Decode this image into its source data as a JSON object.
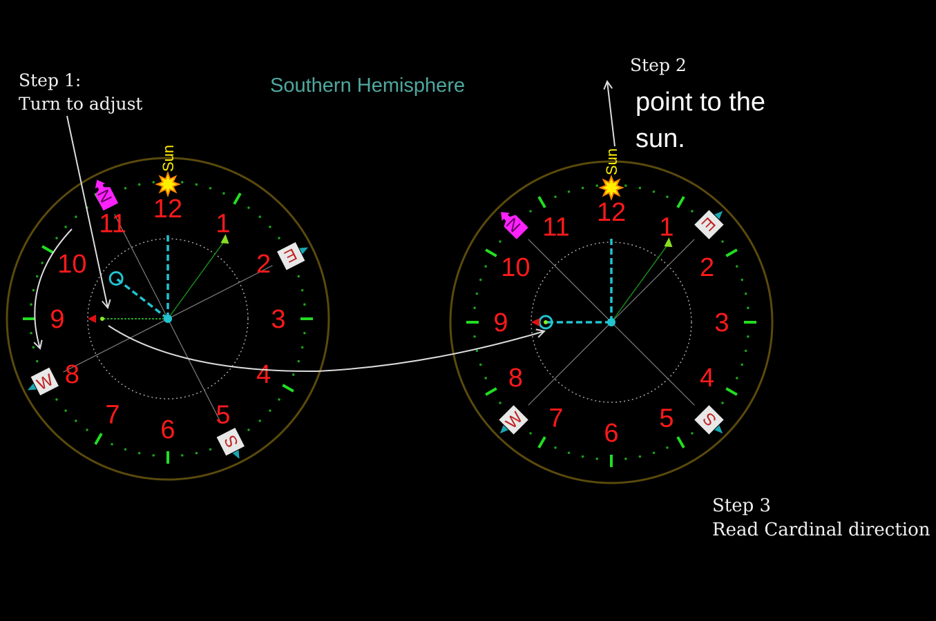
{
  "title": "Southern Hemisphere",
  "step1": {
    "heading": "Step 1:",
    "text": "Turn to adjust"
  },
  "step2": {
    "heading": "Step 2",
    "line1": "point to the",
    "line2": "sun."
  },
  "step3": {
    "heading": "Step 3",
    "text": "Read Cardinal direction"
  },
  "sun_label": "Sun",
  "hour_numbers": [
    "12",
    "1",
    "2",
    "3",
    "4",
    "5",
    "6",
    "7",
    "8",
    "9",
    "10",
    "11"
  ],
  "cardinals": [
    "N",
    "E",
    "S",
    "W"
  ],
  "colors": {
    "numbers": "#ff1a1a",
    "ticks": "#22dd22",
    "ring": "#5a4a0c",
    "hand": "#22c4d0",
    "sun": "#ffee00",
    "north": "#ff22ff",
    "title": "#4fa8a0"
  },
  "clocks": [
    {
      "name": "before",
      "compass_rotation_deg": -27,
      "hour_hand_deg": -52,
      "second_hand_deg": 36
    },
    {
      "name": "after",
      "compass_rotation_deg": -45,
      "hour_hand_deg": -90,
      "second_hand_deg": 36
    }
  ]
}
